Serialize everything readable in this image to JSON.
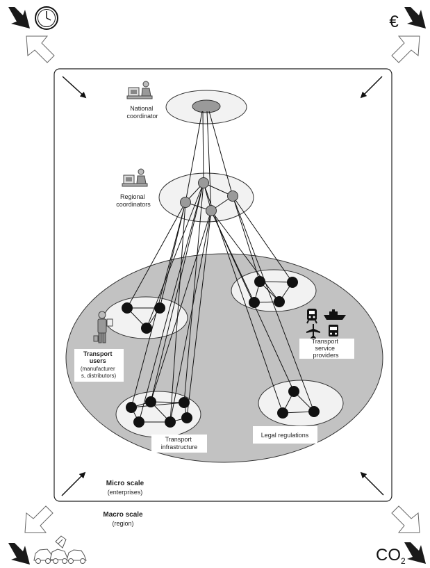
{
  "labels": {
    "national_coordinator": [
      "National",
      "coordinator"
    ],
    "regional_coordinators": [
      "Regional",
      "coordinators"
    ],
    "transport_users": [
      "Transport",
      "users",
      "(manufacturer",
      "s, distributors)"
    ],
    "transport_service_providers": [
      "Transport",
      "service",
      "providers"
    ],
    "transport_infrastructure": [
      "Transport",
      "infrastructure"
    ],
    "legal_regulations": "Legal regulations",
    "micro_scale": "Micro scale",
    "micro_scale_sub": "(enterprises)",
    "macro_scale": "Macro scale",
    "macro_scale_sub": "(region)",
    "currency_symbol": "€",
    "co2": "CO",
    "co2_subscript": "2"
  },
  "icons": {
    "top_left": "clock-icon",
    "top_right": "euro-icon",
    "bottom_left": "traffic-accident-icon",
    "bottom_right": "co2-icon",
    "national": "person-at-computer-icon",
    "regional": "person-at-computer-icon",
    "users": "worker-with-clipboard-icon",
    "providers": [
      "train-icon",
      "ship-icon",
      "airplane-icon",
      "bus-icon"
    ]
  },
  "colors": {
    "outer_ellipse": "#c2c2c2",
    "cluster_fill": "#f2f2f2",
    "regional_node": "#9a9a9a",
    "member_node": "#111111",
    "arrow_dark": "#1a1a1a"
  }
}
